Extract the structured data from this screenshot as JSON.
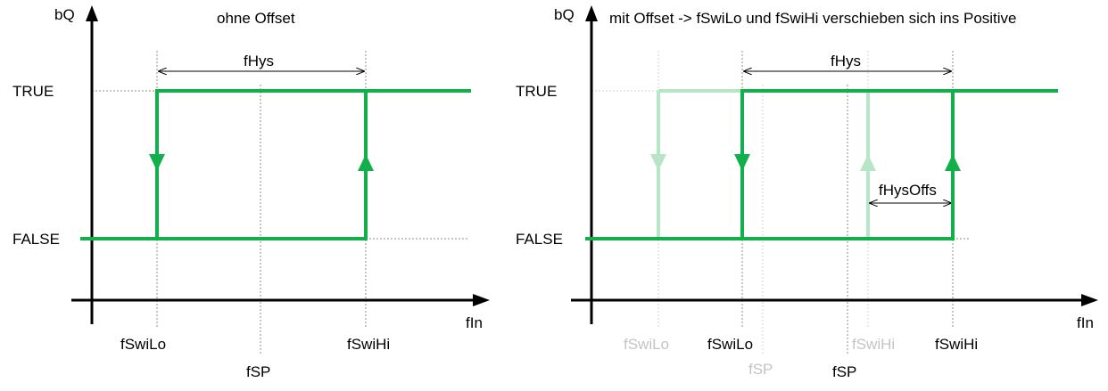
{
  "left": {
    "title": "ohne Offset",
    "y_axis_label": "bQ",
    "x_axis_label": "fIn",
    "level_true": "TRUE",
    "level_false": "FALSE",
    "hysteresis_label": "fHys",
    "switch_low_label": "fSwiLo",
    "switch_high_label": "fSwiHi",
    "setpoint_label": "fSP"
  },
  "right": {
    "title": "mit Offset -> fSwiLo und fSwiHi verschieben sich ins Positive",
    "y_axis_label": "bQ",
    "x_axis_label": "fIn",
    "level_true": "TRUE",
    "level_false": "FALSE",
    "hysteresis_label": "fHys",
    "hysteresis_offset_label": "fHysOffs",
    "switch_low_label": "fSwiLo",
    "switch_high_label": "fSwiHi",
    "setpoint_label": "fSP",
    "ghost_switch_low_label": "fSwiLo",
    "ghost_switch_high_label": "fSwiHi",
    "ghost_setpoint_label": "fSP"
  },
  "colors": {
    "signal": "#12b04b",
    "signal_faded": "#b6e6c6",
    "axis": "#000000",
    "guide": "#8c8c8c",
    "text_faded": "#c4c4c4"
  }
}
